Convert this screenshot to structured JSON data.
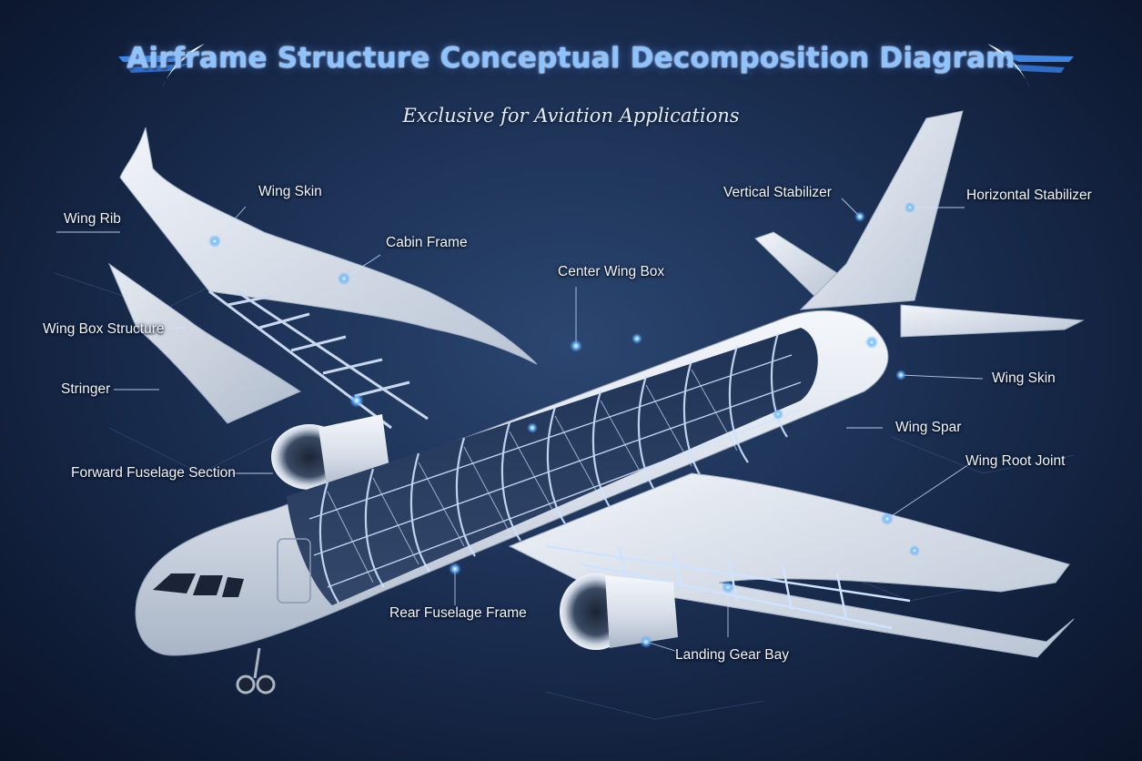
{
  "title": "Airframe Structure Conceptual Decomposition Diagram",
  "subtitle": "Exclusive for Aviation Applications",
  "labels": {
    "wing_skin_left": "Wing Skin",
    "wing_rib": "Wing Rib",
    "cabin_frame": "Cabin Frame",
    "center_wing_box": "Center Wing Box",
    "wing_box_structure": "Wing Box Structure",
    "stringer": "Stringer",
    "forward_fuselage_section": "Forward Fuselage Section",
    "rear_fuselage_frame": "Rear Fuselage Frame",
    "landing_gear_bay": "Landing Gear Bay",
    "vertical_stabilizer": "Vertical Stabilizer",
    "horizontal_stabilizer": "Horizontal Stabilizer",
    "wing_skin_right": "Wing Skin",
    "wing_spar": "Wing Spar",
    "wing_root_joint": "Wing Root Joint"
  },
  "colors": {
    "background": "#1b2f52",
    "title": "#8fc3ff",
    "callout_glow": "#4aa8ff",
    "airframe": "#e6ebf2",
    "frame_ribs": "#cfe3ff"
  },
  "icons": [
    "winged-emblem-icon"
  ]
}
